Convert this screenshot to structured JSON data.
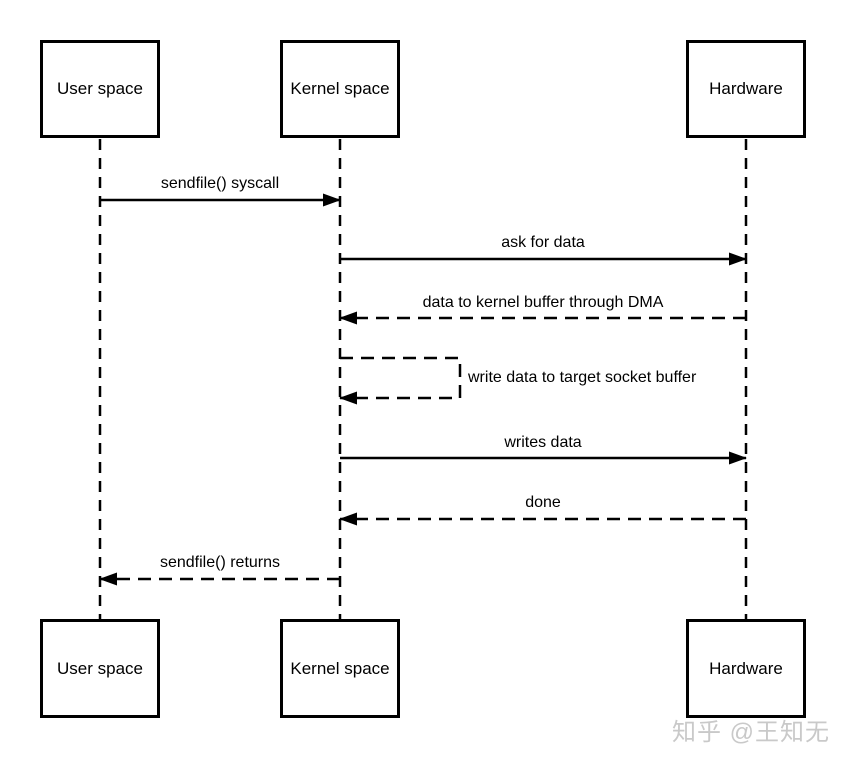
{
  "actors": [
    {
      "id": "user-space",
      "label": "User space"
    },
    {
      "id": "kernel-space",
      "label": "Kernel space"
    },
    {
      "id": "hardware",
      "label": "Hardware"
    }
  ],
  "messages": [
    {
      "label": "sendfile() syscall",
      "from": "user-space",
      "to": "kernel-space",
      "line": "solid"
    },
    {
      "label": "ask for data",
      "from": "kernel-space",
      "to": "hardware",
      "line": "solid"
    },
    {
      "label": "data to kernel buffer through DMA",
      "from": "hardware",
      "to": "kernel-space",
      "line": "dashed"
    },
    {
      "label": "write data to target socket buffer",
      "from": "kernel-space",
      "to": "kernel-space",
      "line": "dashed"
    },
    {
      "label": "writes data",
      "from": "kernel-space",
      "to": "hardware",
      "line": "solid"
    },
    {
      "label": "done",
      "from": "hardware",
      "to": "kernel-space",
      "line": "dashed"
    },
    {
      "label": "sendfile() returns",
      "from": "kernel-space",
      "to": "user-space",
      "line": "dashed"
    }
  ],
  "watermark": {
    "text": "知乎 @王知无"
  },
  "colors": {
    "line": "#000000",
    "background": "#ffffff",
    "watermark": "#c9c9c9"
  }
}
